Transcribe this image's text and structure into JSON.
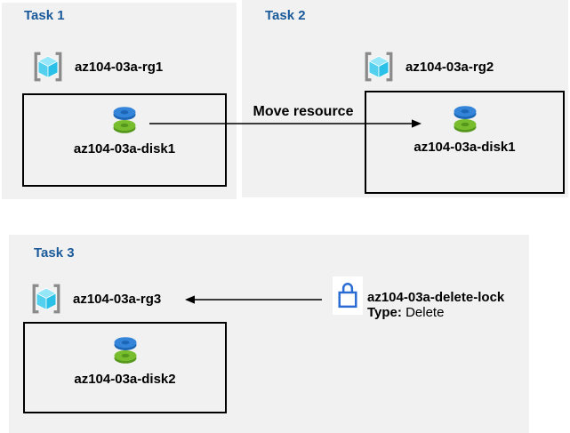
{
  "tasks": [
    {
      "title": "Task 1",
      "resource_group": "az104-03a-rg1",
      "disk": "az104-03a-disk1"
    },
    {
      "title": "Task 2",
      "resource_group": "az104-03a-rg2",
      "disk": "az104-03a-disk1"
    },
    {
      "title": "Task 3",
      "resource_group": "az104-03a-rg3",
      "disk": "az104-03a-disk2"
    }
  ],
  "move_arrow": {
    "label": "Move resource"
  },
  "delete_lock": {
    "name": "az104-03a-delete-lock",
    "type_label": "Type:",
    "type_value": "Delete"
  },
  "icons": {
    "resource_group": "resource-group-icon",
    "disk": "managed-disk-icon",
    "lock": "lock-icon"
  },
  "colors": {
    "panel_background": "#f1f1f1",
    "task_title": "#1a5a9a",
    "text": "#000000",
    "arrow": "#000000",
    "lock_blue": "#2a6bd4",
    "disk_blue": "#3484da",
    "disk_blue_dark": "#1c66b6",
    "disk_green": "#78bd2e",
    "disk_green_dark": "#55961c",
    "cube_top": "#95e6f8",
    "cube_left": "#54d0ef",
    "cube_right": "#2bc0e8",
    "bracket_gray": "#8a8a8a"
  }
}
